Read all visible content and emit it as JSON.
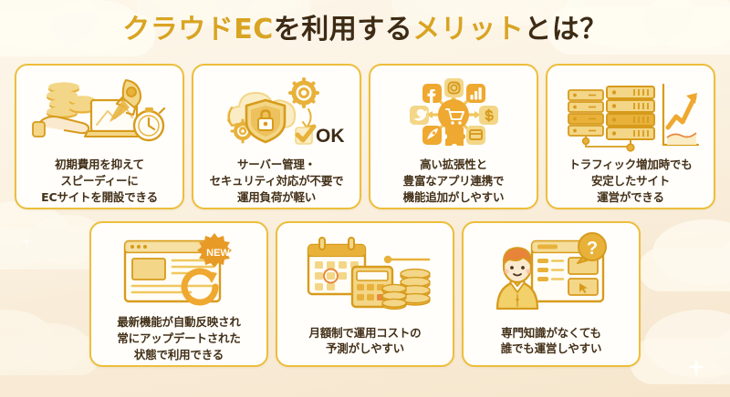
{
  "title": {
    "segments": [
      {
        "text": "クラウドEC",
        "style": "gold"
      },
      {
        "text": "を利用する",
        "style": "dark"
      },
      {
        "text": "メリット",
        "style": "gold"
      },
      {
        "text": "とは？",
        "style": "dark"
      }
    ],
    "full_text": "クラウドECを利用するメリットとは？"
  },
  "colors": {
    "title_gold": "#D9A423",
    "title_dark": "#3E2B14",
    "card_border": "#EDBE3C",
    "card_background": "#FFFEFB",
    "card_text": "#433018",
    "page_background": "#FBF2E2",
    "icon_gold_dark": "#D79B1C",
    "icon_gold_mid": "#E8B13A",
    "icon_gold_light": "#F3D687"
  },
  "rows": [
    {
      "row_id": "row-1",
      "cards": [
        {
          "id": "card-initial-cost",
          "lines": [
            "初期費用を抑えて",
            "スピーディーに",
            "ECサイトを開設できる"
          ],
          "icons": [
            "hand-coins-icon",
            "laptop-rocket-icon",
            "stopwatch-icon"
          ]
        },
        {
          "id": "card-server-security",
          "lines": [
            "サーバー管理・",
            "セキュリティ対応が不要で",
            "運用負荷が軽い"
          ],
          "icons": [
            "cloud-icon",
            "shield-lock-icon",
            "gear-icon",
            "check-ok-icon"
          ],
          "badge_text": "OK"
        },
        {
          "id": "card-extensibility",
          "lines": [
            "高い拡張性と",
            "豊富なアプリ連携で",
            "機能追加がしやすい"
          ],
          "icons": [
            "shopping-cart-icon",
            "facebook-icon",
            "instagram-icon",
            "bar-chart-icon",
            "twitter-icon",
            "dollar-icon",
            "map-pin-icon",
            "puzzle-icon",
            "credit-card-icon"
          ]
        },
        {
          "id": "card-traffic-stability",
          "lines": [
            "トラフィック増加時でも",
            "安定したサイト",
            "運営ができる"
          ],
          "icons": [
            "server-rack-icon",
            "growth-chart-icon"
          ]
        }
      ]
    },
    {
      "row_id": "row-2",
      "cards": [
        {
          "id": "card-auto-update",
          "lines": [
            "最新機能が自動反映され",
            "常にアップデートされた",
            "状態で利用できる"
          ],
          "icons": [
            "browser-window-icon",
            "new-badge-icon",
            "refresh-icon"
          ],
          "badge_text": "NEW"
        },
        {
          "id": "card-monthly-cost",
          "lines": [
            "月額制で運用コストの",
            "予測がしやすい"
          ],
          "icons": [
            "calendar-icon",
            "calculator-icon",
            "coin-stack-icon"
          ]
        },
        {
          "id": "card-no-expertise",
          "lines": [
            "専門知識がなくても",
            "誰でも運営しやすい"
          ],
          "icons": [
            "person-icon",
            "browser-window-icon",
            "question-bubble-icon"
          ]
        }
      ]
    }
  ]
}
